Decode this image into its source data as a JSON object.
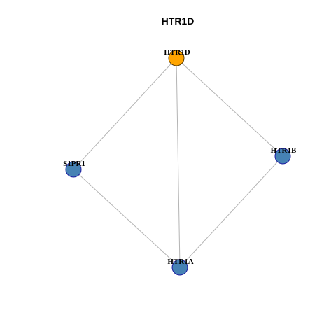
{
  "title": "HTR1D",
  "colors": {
    "focus_fill": "#FFA500",
    "focus_stroke": "#5a3a00",
    "node_fill": "#4682B4",
    "node_stroke": "#1a1aa0",
    "edge": "#b4b4b4"
  },
  "nodes": [
    {
      "id": "HTR1D",
      "label": "HTR1D",
      "focus": true
    },
    {
      "id": "HTR1B",
      "label": "HTR1B",
      "focus": false
    },
    {
      "id": "HTR1A",
      "label": "HTR1A",
      "focus": false
    },
    {
      "id": "S1PR1",
      "label": "S1PR1",
      "focus": false
    }
  ],
  "edges": [
    {
      "source": "HTR1D",
      "target": "S1PR1"
    },
    {
      "source": "HTR1D",
      "target": "HTR1A"
    },
    {
      "source": "HTR1D",
      "target": "HTR1B"
    },
    {
      "source": "S1PR1",
      "target": "HTR1A"
    },
    {
      "source": "HTR1B",
      "target": "HTR1A"
    }
  ]
}
